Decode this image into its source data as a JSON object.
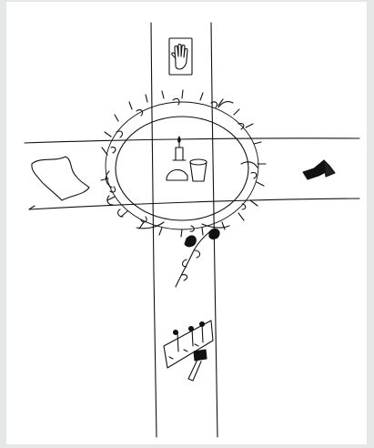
{
  "drawing": {
    "background_color": "#e6e8e8",
    "paper_color": "#ffffff",
    "ink_color": "#111111",
    "motifs": [
      {
        "id": "hand",
        "icon": "raised-hand-icon",
        "location": "top-of-vertical-bar"
      },
      {
        "id": "candle",
        "icon": "candle-icon",
        "location": "center-circle"
      },
      {
        "id": "bread",
        "icon": "bread-icon",
        "location": "center-circle"
      },
      {
        "id": "cup",
        "icon": "cup-icon",
        "location": "center-circle"
      },
      {
        "id": "sponge",
        "icon": "sponge-icon",
        "location": "left-arm"
      },
      {
        "id": "dice",
        "icon": "dice-icon",
        "location": "right-arm"
      },
      {
        "id": "crown-of-thorns",
        "icon": "thorn-wreath-icon",
        "location": "around-center-circle"
      },
      {
        "id": "rose",
        "icon": "rose-icon",
        "location": "below-circle"
      },
      {
        "id": "nails-board",
        "icon": "nails-board-icon",
        "location": "lower-vertical-bar"
      },
      {
        "id": "hammer",
        "icon": "hammer-icon",
        "location": "lower-vertical-bar"
      }
    ]
  }
}
